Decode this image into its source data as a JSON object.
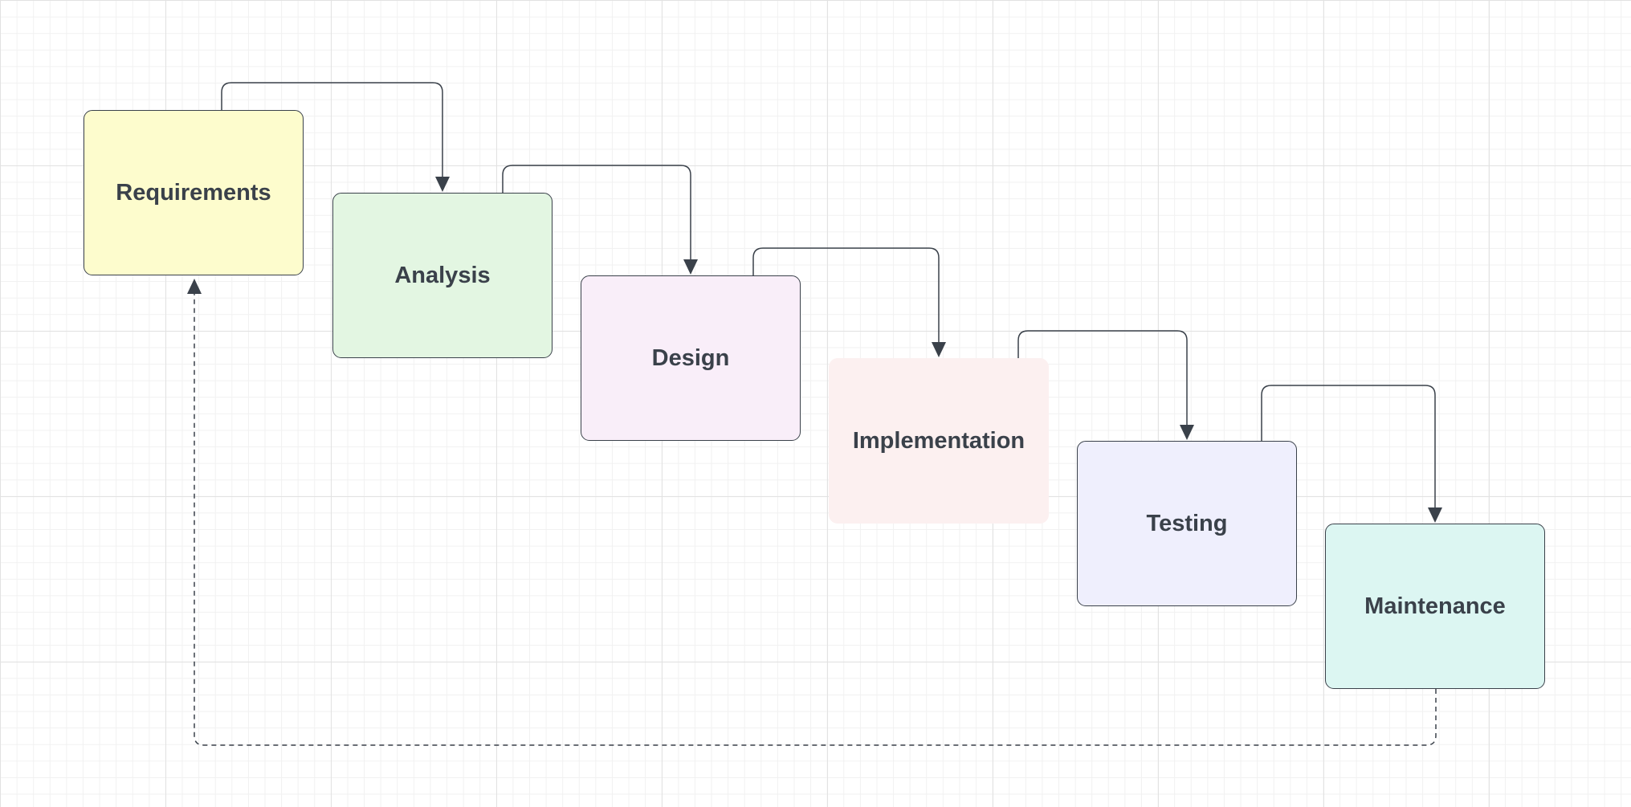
{
  "diagram": {
    "type": "waterfall-flowchart",
    "stages": [
      {
        "id": "requirements",
        "label": "Requirements",
        "fill": "#fdfccd",
        "bordered": true
      },
      {
        "id": "analysis",
        "label": "Analysis",
        "fill": "#e3f6e2",
        "bordered": true
      },
      {
        "id": "design",
        "label": "Design",
        "fill": "#f9eef9",
        "bordered": true
      },
      {
        "id": "implementation",
        "label": "Implementation",
        "fill": "#fcf0f0",
        "bordered": false
      },
      {
        "id": "testing",
        "label": "Testing",
        "fill": "#efeffd",
        "bordered": true
      },
      {
        "id": "maintenance",
        "label": "Maintenance",
        "fill": "#dcf6f2",
        "bordered": true
      }
    ],
    "connectors": [
      {
        "from": "requirements",
        "to": "analysis",
        "style": "solid"
      },
      {
        "from": "analysis",
        "to": "design",
        "style": "solid"
      },
      {
        "from": "design",
        "to": "implementation",
        "style": "solid"
      },
      {
        "from": "implementation",
        "to": "testing",
        "style": "solid"
      },
      {
        "from": "testing",
        "to": "maintenance",
        "style": "solid"
      },
      {
        "from": "maintenance",
        "to": "requirements",
        "style": "dashed"
      }
    ],
    "colors": {
      "stroke": "#3a414a",
      "text": "#3a414a",
      "grid_major": "#e2e2e2",
      "grid_minor": "#f1f1f1",
      "background": "#ffffff"
    }
  }
}
